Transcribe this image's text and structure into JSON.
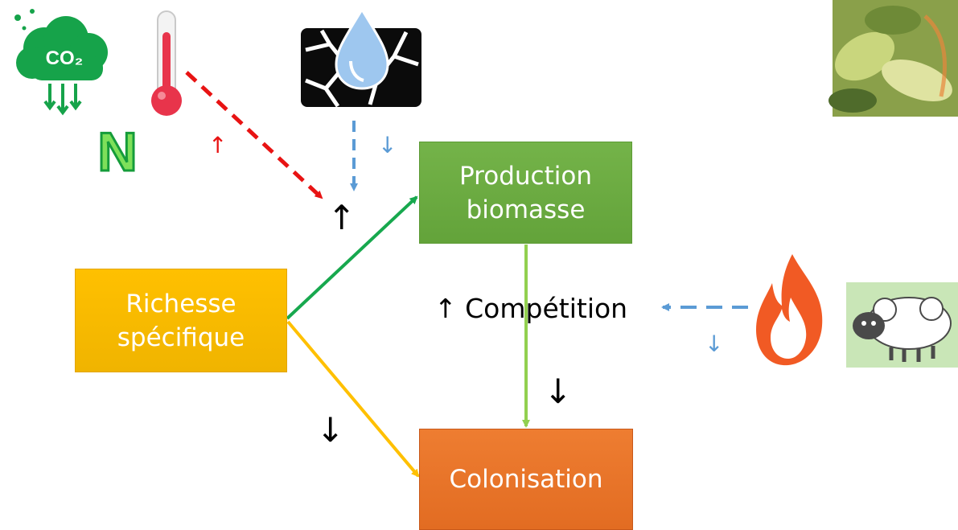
{
  "nodes": {
    "richesse": [
      "Richesse",
      "spécifique"
    ],
    "production": [
      "Production",
      "biomasse"
    ],
    "colonisation": "Colonisation"
  },
  "competition_label": "↑ Compétition",
  "effects": {
    "warming_effect": "↑",
    "drought_effect": "↓",
    "richness_to_production": "↑",
    "richness_to_colonisation": "↓",
    "production_to_colonisation": "↓",
    "disturbance_effect": "↓"
  },
  "icons": {
    "co2": "CO₂",
    "nitrogen": "N",
    "thermometer": "thermometer-icon",
    "drought": "cracked-soil-water-drop-icon",
    "fire": "fire-icon",
    "sheep": "grazing-sheep-icon",
    "plant_photo": "plant-photo"
  },
  "colors": {
    "richesse": "#ffc000",
    "production": "#70ad47",
    "colonisation": "#ed7d31",
    "warming_arrow": "#e81313",
    "water_arrow": "#5b9bd5",
    "green_arrow": "#17a84e",
    "yellow_arrow": "#ffc000",
    "light_green_arrow": "#92d050"
  }
}
